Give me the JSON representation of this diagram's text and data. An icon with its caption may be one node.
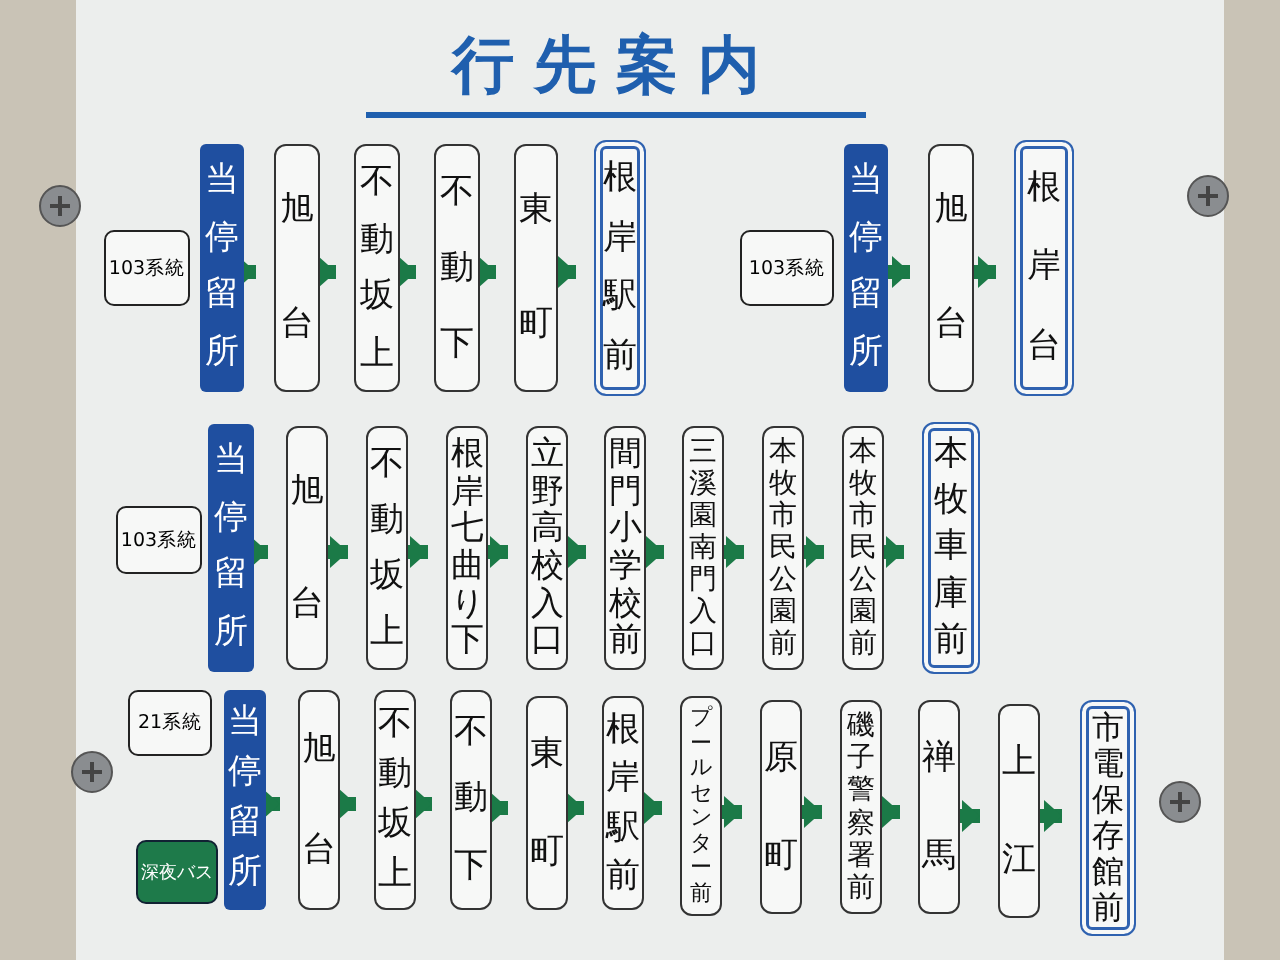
{
  "diagram": {
    "title": "行先案内",
    "nodes": [
      {
        "text": [
          "103系統"
        ]
      },
      {
        "text": [
          "当停留所"
        ]
      },
      {
        "text": [
          "旭台"
        ]
      },
      {
        "text": [
          "不動坂上"
        ]
      },
      {
        "text": [
          "不動下"
        ]
      },
      {
        "text": [
          "東町"
        ]
      },
      {
        "text": [
          "根岸駅前"
        ]
      },
      {
        "text": [
          "103系統"
        ]
      },
      {
        "text": [
          "当停留所"
        ]
      },
      {
        "text": [
          "旭台"
        ]
      },
      {
        "text": [
          "根岸台"
        ]
      },
      {
        "text": [
          "103系統"
        ]
      },
      {
        "text": [
          "当停留所"
        ]
      },
      {
        "text": [
          "旭台"
        ]
      },
      {
        "text": [
          "不動坂上"
        ]
      },
      {
        "text": [
          "根岸七曲り下"
        ]
      },
      {
        "text": [
          "立野高校入口"
        ]
      },
      {
        "text": [
          "間門小学校前"
        ]
      },
      {
        "text": [
          "三溪園南門入口"
        ]
      },
      {
        "text": [
          "本牧市民公園前"
        ]
      },
      {
        "text": [
          "本牧市民公園前"
        ]
      },
      {
        "text": [
          "本牧車庫前"
        ]
      },
      {
        "text": [
          "21系統"
        ]
      },
      {
        "text": [
          "深夜バス"
        ]
      },
      {
        "text": [
          "当停留所"
        ]
      },
      {
        "text": [
          "旭台"
        ]
      },
      {
        "text": [
          "不動坂上"
        ]
      },
      {
        "text": [
          "不動下"
        ]
      },
      {
        "text": [
          "東町"
        ]
      },
      {
        "text": [
          "根岸駅前"
        ]
      },
      {
        "text": [
          "プールセンター前"
        ]
      },
      {
        "text": [
          "原町"
        ]
      },
      {
        "text": [
          "磯子警察署前"
        ]
      },
      {
        "text": [
          "禅馬"
        ]
      },
      {
        "text": [
          "上江"
        ]
      },
      {
        "text": [
          "市電保存館前"
        ]
      }
    ],
    "edges": [
      {
        "from": 1,
        "to": 2,
        "arrow": "to"
      },
      {
        "from": 2,
        "to": 3,
        "arrow": "to"
      },
      {
        "from": 3,
        "to": 4,
        "arrow": "to"
      },
      {
        "from": 4,
        "to": 5,
        "arrow": "to"
      },
      {
        "from": 5,
        "to": 6,
        "arrow": "to"
      },
      {
        "from": 8,
        "to": 9,
        "arrow": "to"
      },
      {
        "from": 9,
        "to": 10,
        "arrow": "to"
      },
      {
        "from": 12,
        "to": 13,
        "arrow": "to"
      },
      {
        "from": 13,
        "to": 14,
        "arrow": "to"
      },
      {
        "from": 14,
        "to": 15,
        "arrow": "to"
      },
      {
        "from": 15,
        "to": 16,
        "arrow": "to"
      },
      {
        "from": 16,
        "to": 17,
        "arrow": "to"
      },
      {
        "from": 17,
        "to": 18,
        "arrow": "to"
      },
      {
        "from": 18,
        "to": 19,
        "arrow": "to"
      },
      {
        "from": 19,
        "to": 20,
        "arrow": "to"
      },
      {
        "from": 20,
        "to": 21,
        "arrow": "to"
      },
      {
        "from": 24,
        "to": 25,
        "arrow": "to"
      },
      {
        "from": 25,
        "to": 26,
        "arrow": "to"
      },
      {
        "from": 26,
        "to": 27,
        "arrow": "to"
      },
      {
        "from": 27,
        "to": 28,
        "arrow": "to"
      },
      {
        "from": 28,
        "to": 29,
        "arrow": "to"
      },
      {
        "from": 29,
        "to": 30,
        "arrow": "to"
      },
      {
        "from": 30,
        "to": 31,
        "arrow": "to"
      },
      {
        "from": 31,
        "to": 32,
        "arrow": "to"
      },
      {
        "from": 32,
        "to": 33,
        "arrow": "to"
      },
      {
        "from": 33,
        "to": 34,
        "arrow": "to"
      },
      {
        "from": 34,
        "to": 35,
        "arrow": "to"
      }
    ]
  }
}
